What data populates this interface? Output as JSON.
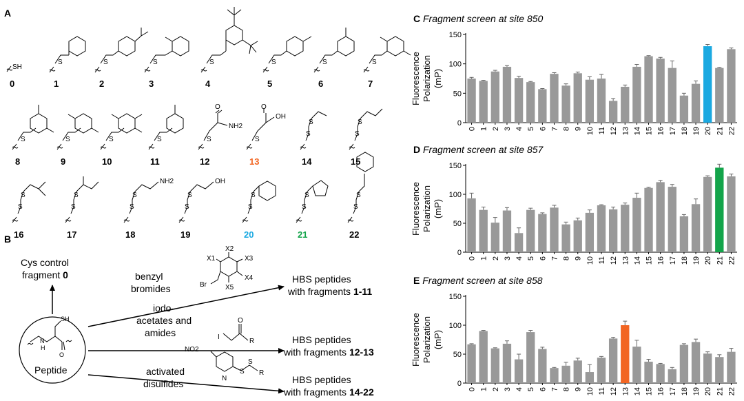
{
  "panel_letters": {
    "a": "A",
    "b": "B",
    "c": "C",
    "d": "D",
    "e": "E"
  },
  "fragment_labels": [
    "0",
    "1",
    "2",
    "3",
    "4",
    "5",
    "6",
    "7",
    "8",
    "9",
    "10",
    "11",
    "12",
    "13",
    "14",
    "15",
    "16",
    "17",
    "18",
    "19",
    "20",
    "21",
    "22"
  ],
  "fragment_label_colors": {
    "13": "#f26522",
    "20": "#1ba9e1",
    "21": "#13a44a"
  },
  "atoms": {
    "sh": "SH",
    "s": "S",
    "nh2": "NH2",
    "oh": "OH",
    "o": "O",
    "nh": "N",
    "h": "H",
    "br": "Br",
    "i": "I",
    "r": "R",
    "n": "N",
    "no2": "NO2",
    "x1": "X1",
    "x2": "X2",
    "x3": "X3",
    "x4": "X4",
    "x5": "X5"
  },
  "scheme": {
    "cys_control_line1": "Cys control",
    "cys_control_line2": "fragment ",
    "cys_control_bold": "0",
    "peptide": "Peptide",
    "route1_reagent": "benzyl",
    "route1_reagent2": "bromides",
    "route2_reagent": "iodo-",
    "route2_reagent2": "acetates and",
    "route2_reagent3": "amides",
    "route3_reagent": "activated",
    "route3_reagent2": "disulfides",
    "product_line1": "HBS peptides",
    "product_prefix": "with fragments ",
    "product1_range": "1-11",
    "product2_range": "12-13",
    "product3_range": "14-22"
  },
  "chart_data": [
    {
      "type": "bar",
      "panel": "C",
      "title": "Fragment screen at site 850",
      "ylabel_line1": "Fluorescence",
      "ylabel_line2": "Polarization",
      "ylabel_line3": "(mP)",
      "categories": [
        "0",
        "1",
        "2",
        "3",
        "4",
        "5",
        "6",
        "7",
        "8",
        "9",
        "10",
        "11",
        "12",
        "13",
        "14",
        "15",
        "16",
        "17",
        "18",
        "19",
        "20",
        "21",
        "22"
      ],
      "values": [
        75,
        71,
        87,
        95,
        76,
        69,
        57,
        83,
        63,
        84,
        73,
        75,
        37,
        61,
        95,
        113,
        109,
        93,
        46,
        66,
        130,
        93,
        125
      ],
      "errors": [
        2,
        1,
        2,
        2,
        3,
        1,
        1,
        2,
        3,
        2,
        5,
        7,
        4,
        3,
        4,
        1,
        2,
        12,
        4,
        5,
        3,
        1,
        2
      ],
      "highlight": {
        "index": 20,
        "color": "#1ba9e1"
      },
      "bar_color": "#999999",
      "ylim": [
        0,
        150
      ],
      "yticks": [
        0,
        50,
        100,
        150
      ]
    },
    {
      "type": "bar",
      "panel": "D",
      "title": "Fragment screen at site 857",
      "ylabel_line1": "Fluorescence",
      "ylabel_line2": "Polarization",
      "ylabel_line3": "(mP)",
      "categories": [
        "0",
        "1",
        "2",
        "3",
        "4",
        "5",
        "6",
        "7",
        "8",
        "9",
        "10",
        "11",
        "12",
        "13",
        "14",
        "15",
        "16",
        "17",
        "18",
        "19",
        "20",
        "21",
        "22"
      ],
      "values": [
        93,
        73,
        51,
        72,
        33,
        73,
        66,
        77,
        48,
        55,
        68,
        81,
        74,
        82,
        94,
        111,
        121,
        113,
        62,
        83,
        130,
        146,
        131
      ],
      "errors": [
        9,
        5,
        9,
        5,
        9,
        3,
        2,
        4,
        4,
        4,
        5,
        1,
        4,
        3,
        8,
        1,
        3,
        4,
        3,
        9,
        2,
        6,
        4
      ],
      "highlight": {
        "index": 21,
        "color": "#13a44a"
      },
      "bar_color": "#999999",
      "ylim": [
        0,
        150
      ],
      "yticks": [
        0,
        50,
        100,
        150
      ]
    },
    {
      "type": "bar",
      "panel": "E",
      "title": "Fragment screen at site 858",
      "ylabel_line1": "Fluorescence",
      "ylabel_line2": "Polarization",
      "ylabel_line3": "(mP)",
      "categories": [
        "0",
        "1",
        "2",
        "3",
        "4",
        "5",
        "6",
        "7",
        "8",
        "9",
        "10",
        "11",
        "12",
        "13",
        "14",
        "15",
        "16",
        "17",
        "18",
        "19",
        "20",
        "21",
        "22"
      ],
      "values": [
        67,
        90,
        60,
        68,
        41,
        88,
        59,
        26,
        30,
        39,
        19,
        44,
        77,
        100,
        63,
        37,
        33,
        24,
        66,
        71,
        51,
        45,
        54
      ],
      "errors": [
        1,
        1,
        1,
        5,
        9,
        3,
        3,
        1,
        6,
        4,
        13,
        2,
        2,
        7,
        11,
        4,
        1,
        3,
        2,
        5,
        3,
        4,
        6
      ],
      "highlight": {
        "index": 13,
        "color": "#f26522"
      },
      "bar_color": "#999999",
      "ylim": [
        0,
        150
      ],
      "yticks": [
        0,
        50,
        100,
        150
      ]
    }
  ]
}
